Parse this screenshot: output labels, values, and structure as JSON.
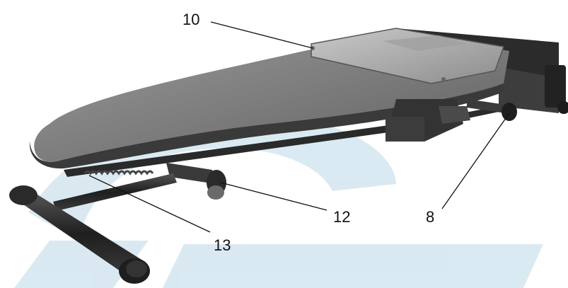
{
  "colors": {
    "watermark": "#cfe3ee",
    "board_cover": "#7d7d7d",
    "board_cover_light": "#a8a8a8",
    "frame": "#2e2e2e",
    "lid": "#b9b9b9",
    "leader_line": "#111111"
  },
  "callouts": [
    {
      "id": "10",
      "label": "10"
    },
    {
      "id": "12",
      "label": "12"
    },
    {
      "id": "13",
      "label": "13"
    },
    {
      "id": "8",
      "label": "8"
    }
  ]
}
